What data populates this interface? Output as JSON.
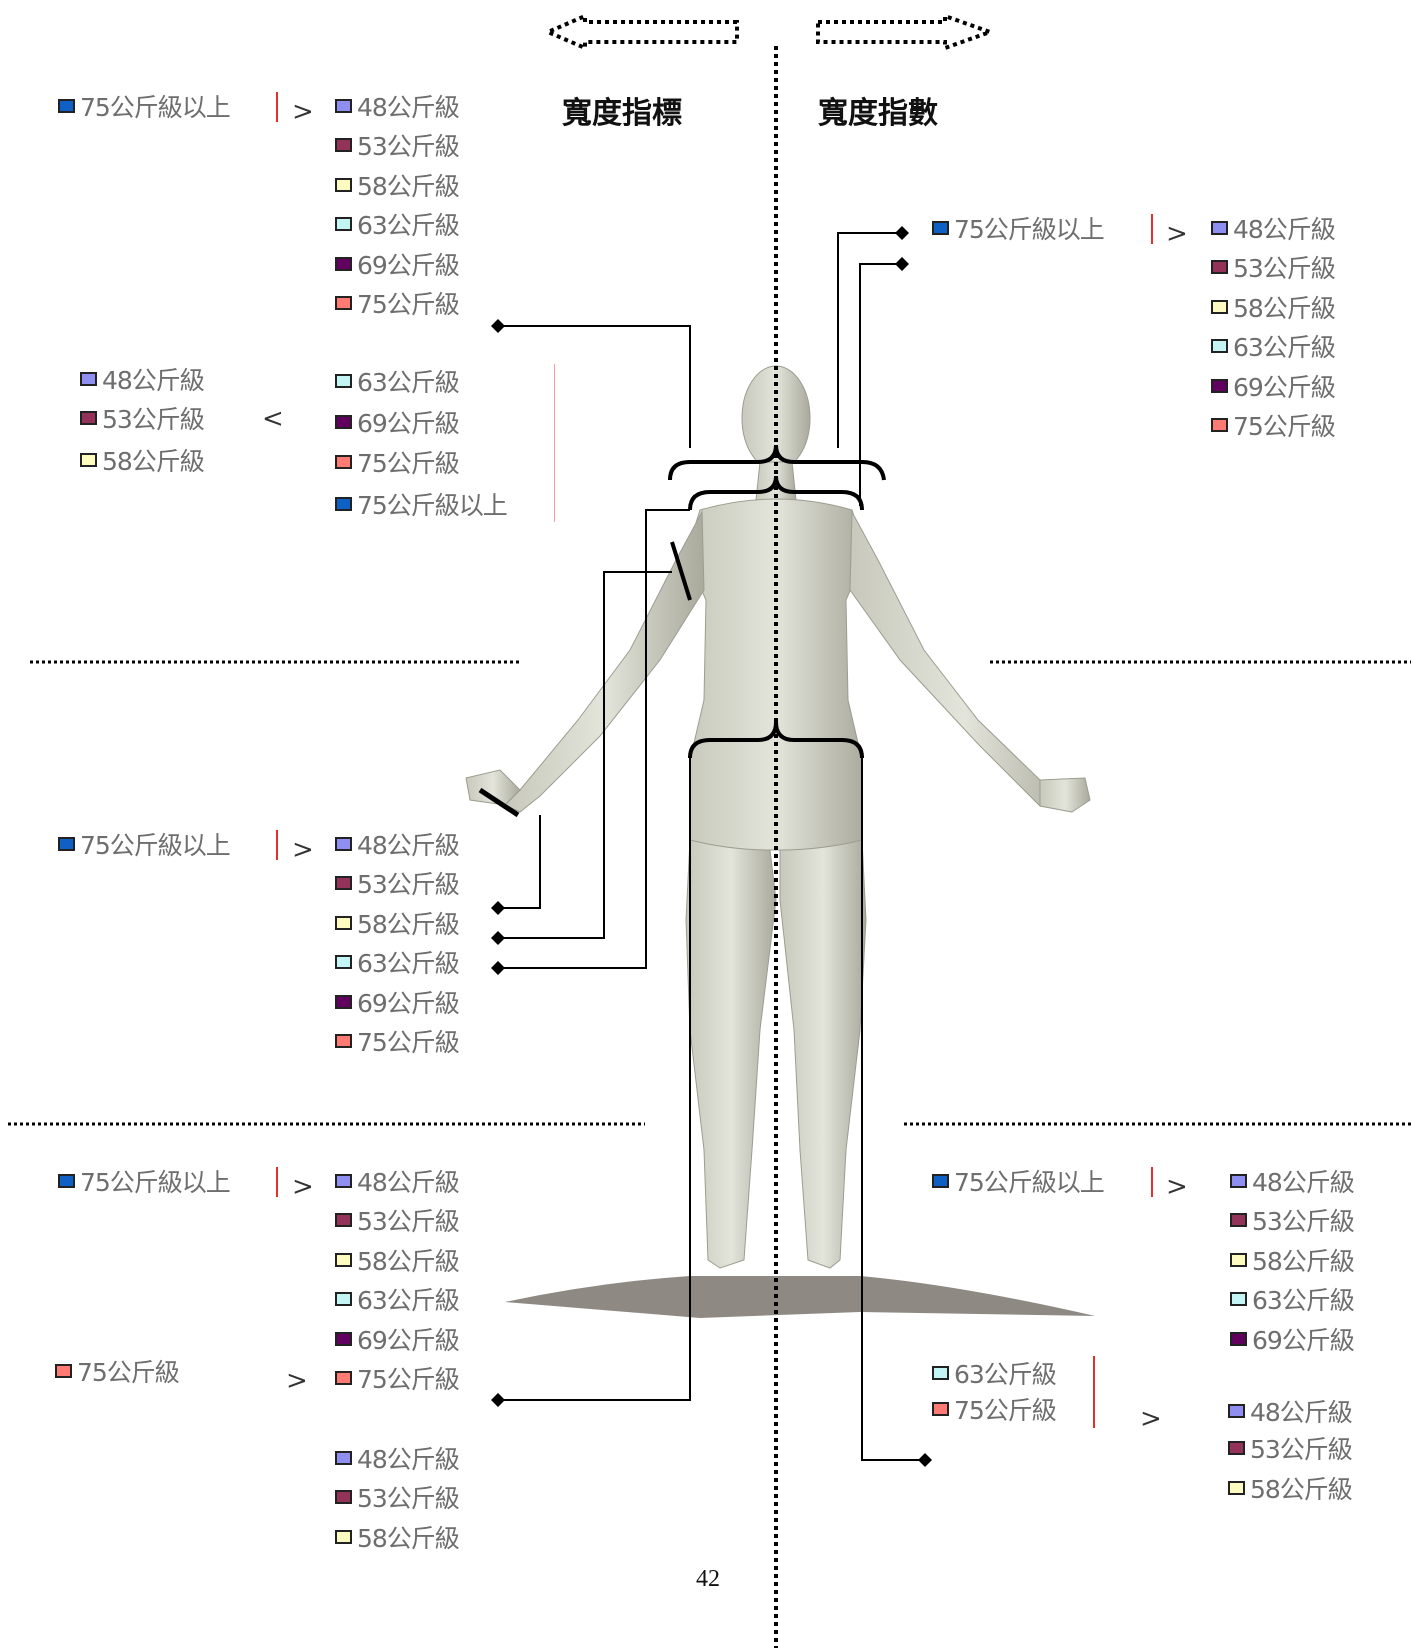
{
  "headings": {
    "left": "寬度指標",
    "right": "寬度指數"
  },
  "page_number": "42",
  "colors": {
    "c48": "#8f8ff2",
    "c53": "#94335a",
    "c58": "#fdfbc0",
    "c63": "#c3f5f5",
    "c69": "#62005f",
    "c75": "#ff7a72",
    "c75up": "#0e60c4"
  },
  "groups": {
    "g1": {
      "left": [
        {
          "label": "75公斤級以上",
          "color": "c75up"
        }
      ],
      "op": ">",
      "right": [
        {
          "label": "48公斤級",
          "color": "c48"
        },
        {
          "label": "53公斤級",
          "color": "c53"
        },
        {
          "label": "58公斤級",
          "color": "c58"
        },
        {
          "label": "63公斤級",
          "color": "c63"
        },
        {
          "label": "69公斤級",
          "color": "c69"
        },
        {
          "label": "75公斤級",
          "color": "c75"
        }
      ]
    },
    "g2": {
      "left": [
        {
          "label": "48公斤級",
          "color": "c48"
        },
        {
          "label": "53公斤級",
          "color": "c53"
        },
        {
          "label": "58公斤級",
          "color": "c58"
        }
      ],
      "op": "<",
      "right": [
        {
          "label": "63公斤級",
          "color": "c63"
        },
        {
          "label": "69公斤級",
          "color": "c69"
        },
        {
          "label": "75公斤級",
          "color": "c75"
        },
        {
          "label": "75公斤級以上",
          "color": "c75up"
        }
      ]
    },
    "g3": {
      "left": [
        {
          "label": "75公斤級以上",
          "color": "c75up"
        }
      ],
      "op": ">",
      "right": [
        {
          "label": "48公斤級",
          "color": "c48"
        },
        {
          "label": "53公斤級",
          "color": "c53"
        },
        {
          "label": "58公斤級",
          "color": "c58"
        },
        {
          "label": "63公斤級",
          "color": "c63"
        },
        {
          "label": "69公斤級",
          "color": "c69"
        },
        {
          "label": "75公斤級",
          "color": "c75"
        }
      ]
    },
    "g4": {
      "left": [
        {
          "label": "75公斤級以上",
          "color": "c75up"
        }
      ],
      "op": ">",
      "right": [
        {
          "label": "48公斤級",
          "color": "c48"
        },
        {
          "label": "53公斤級",
          "color": "c53"
        },
        {
          "label": "58公斤級",
          "color": "c58"
        },
        {
          "label": "63公斤級",
          "color": "c63"
        },
        {
          "label": "69公斤級",
          "color": "c69"
        },
        {
          "label": "75公斤級",
          "color": "c75"
        }
      ]
    },
    "g5": {
      "left": [
        {
          "label": "75公斤級",
          "color": "c75"
        }
      ],
      "op": ">",
      "right": [
        {
          "label": "48公斤級",
          "color": "c48"
        },
        {
          "label": "53公斤級",
          "color": "c53"
        },
        {
          "label": "58公斤級",
          "color": "c58"
        }
      ]
    },
    "g6": {
      "left": [
        {
          "label": "75公斤級以上",
          "color": "c75up"
        }
      ],
      "op": ">",
      "right": [
        {
          "label": "48公斤級",
          "color": "c48"
        },
        {
          "label": "53公斤級",
          "color": "c53"
        },
        {
          "label": "58公斤級",
          "color": "c58"
        },
        {
          "label": "63公斤級",
          "color": "c63"
        },
        {
          "label": "69公斤級",
          "color": "c69"
        },
        {
          "label": "75公斤級",
          "color": "c75"
        }
      ]
    },
    "g7": {
      "left": [
        {
          "label": "75公斤級以上",
          "color": "c75up"
        }
      ],
      "op": ">",
      "right": [
        {
          "label": "48公斤級",
          "color": "c48"
        },
        {
          "label": "53公斤級",
          "color": "c53"
        },
        {
          "label": "58公斤級",
          "color": "c58"
        },
        {
          "label": "63公斤級",
          "color": "c63"
        },
        {
          "label": "69公斤級",
          "color": "c69"
        }
      ]
    },
    "g8": {
      "left": [
        {
          "label": "63公斤級",
          "color": "c63"
        },
        {
          "label": "75公斤級",
          "color": "c75"
        }
      ],
      "op": ">",
      "right": [
        {
          "label": "48公斤級",
          "color": "c48"
        },
        {
          "label": "53公斤級",
          "color": "c53"
        },
        {
          "label": "58公斤級",
          "color": "c58"
        }
      ]
    }
  }
}
